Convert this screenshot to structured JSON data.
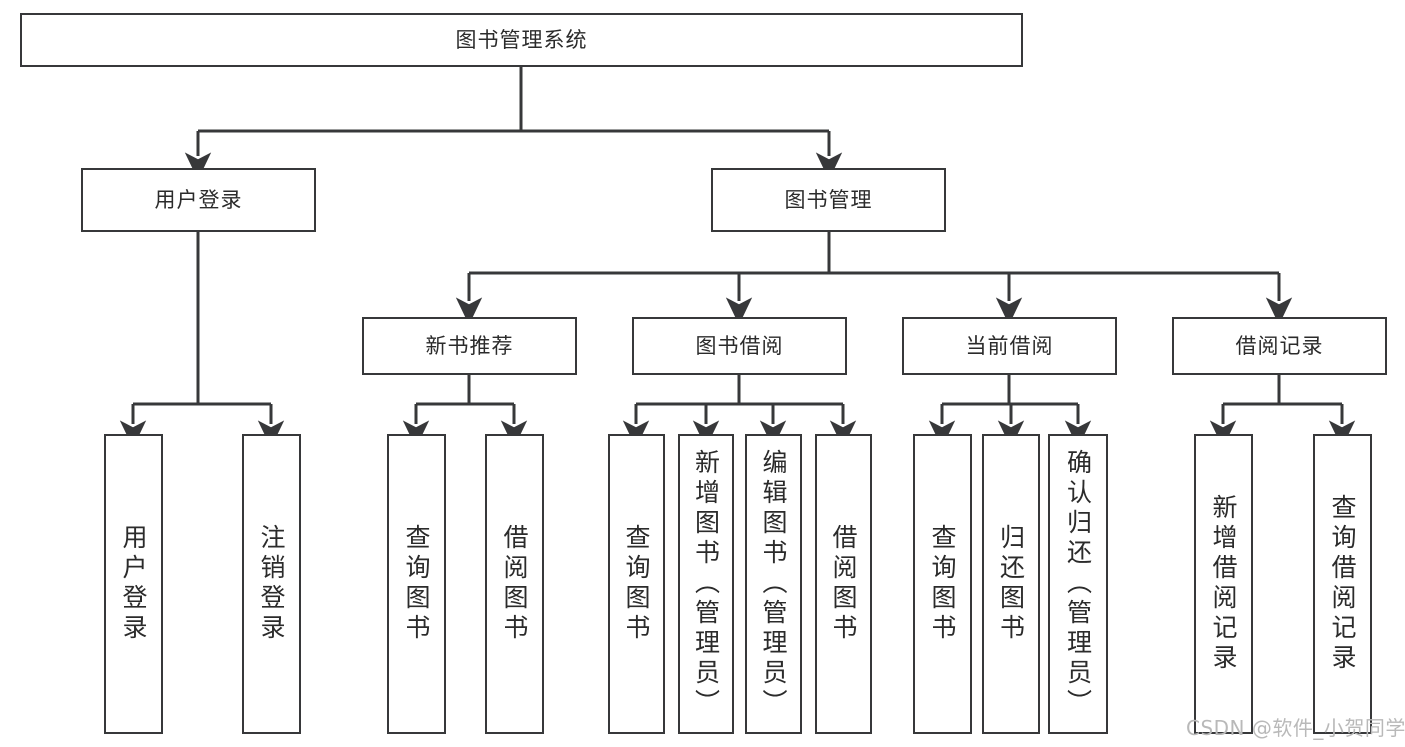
{
  "diagram": {
    "type": "tree",
    "title": "图书管理系统",
    "root": {
      "label": "图书管理系统"
    },
    "level2": [
      {
        "id": "user-login",
        "label": "用户登录"
      },
      {
        "id": "book-manage",
        "label": "图书管理"
      }
    ],
    "level3": [
      {
        "id": "new-book-recommend",
        "label": "新书推荐",
        "parent": "book-manage"
      },
      {
        "id": "book-borrow",
        "label": "图书借阅",
        "parent": "book-manage"
      },
      {
        "id": "current-borrow",
        "label": "当前借阅",
        "parent": "book-manage"
      },
      {
        "id": "borrow-record",
        "label": "借阅记录",
        "parent": "book-manage"
      }
    ],
    "leaves": [
      {
        "id": "leaf-user-login",
        "label": "用户登录",
        "parent": "user-login"
      },
      {
        "id": "leaf-user-logout",
        "label": "注销登录",
        "parent": "user-login"
      },
      {
        "id": "leaf-query-book-1",
        "label": "查询图书",
        "parent": "new-book-recommend"
      },
      {
        "id": "leaf-borrow-book-1",
        "label": "借阅图书",
        "parent": "new-book-recommend"
      },
      {
        "id": "leaf-query-book-2",
        "label": "查询图书",
        "parent": "book-borrow"
      },
      {
        "id": "leaf-add-book",
        "label": "新增图书（管理员）",
        "parent": "book-borrow"
      },
      {
        "id": "leaf-edit-book",
        "label": "编辑图书（管理员）",
        "parent": "book-borrow"
      },
      {
        "id": "leaf-borrow-book-2",
        "label": "借阅图书",
        "parent": "book-borrow"
      },
      {
        "id": "leaf-query-book-3",
        "label": "查询图书",
        "parent": "current-borrow"
      },
      {
        "id": "leaf-return-book",
        "label": "归还图书",
        "parent": "current-borrow"
      },
      {
        "id": "leaf-confirm-return",
        "label": "确认归还（管理员）",
        "parent": "current-borrow"
      },
      {
        "id": "leaf-add-record",
        "label": "新增借阅记录",
        "parent": "borrow-record"
      },
      {
        "id": "leaf-query-record",
        "label": "查询借阅记录",
        "parent": "borrow-record"
      }
    ],
    "colors": {
      "border": "#37383a",
      "text": "#2b2b2b",
      "background": "#ffffff",
      "connector": "#37383a",
      "watermark": "#b9b9b9"
    }
  },
  "watermark": {
    "text": "CSDN @软件_小贺同学"
  }
}
